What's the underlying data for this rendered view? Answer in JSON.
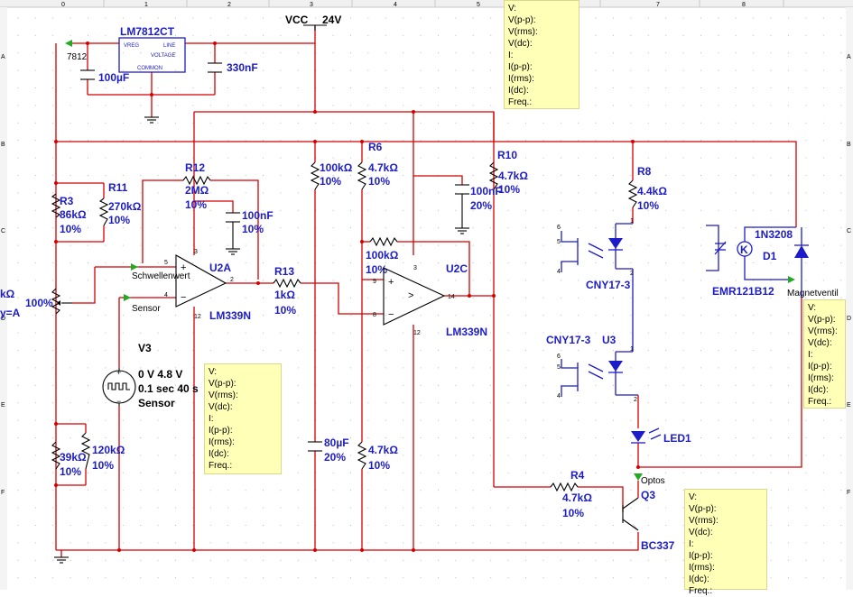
{
  "ruler": {
    "cols": [
      "0",
      "1",
      "2",
      "3",
      "4",
      "5",
      "6",
      "7",
      "8"
    ],
    "rows": [
      "A",
      "B",
      "C",
      "D",
      "E",
      "F"
    ]
  },
  "vcc": {
    "name": "VCC",
    "value": "24V"
  },
  "regulator": {
    "ref": "LM7812CT",
    "pin_vreg": "VREG",
    "pin_line": "LINE",
    "pin_voltage": "VOLTAGE",
    "pin_common": "COMMON",
    "net": "7812"
  },
  "caps": {
    "c1": {
      "value": "100µF"
    },
    "c2": {
      "value": "330nF"
    },
    "c3": {
      "value": "100nF",
      "tol": "10%"
    },
    "c4": {
      "value": "80µF",
      "tol": "20%"
    },
    "c5": {
      "value": "100nF",
      "tol": "20%"
    }
  },
  "resistors": {
    "r3": {
      "ref": "R3",
      "value": "86kΩ",
      "tol": "10%"
    },
    "r11": {
      "ref": "R11",
      "value": "270kΩ",
      "tol": "10%"
    },
    "r12": {
      "ref": "R12",
      "value": "2MΩ",
      "tol": "10%"
    },
    "r13": {
      "ref": "R13",
      "value": "1kΩ",
      "tol": "10%"
    },
    "r100k": {
      "value": "100kΩ",
      "tol": "10%"
    },
    "r6": {
      "ref": "R6",
      "value": "4.7kΩ",
      "tol": "10%"
    },
    "r100kb": {
      "value": "100kΩ",
      "tol": "10%"
    },
    "r10": {
      "ref": "R10",
      "value": "4.7kΩ",
      "tol": "10%"
    },
    "r8": {
      "ref": "R8",
      "value": "4.4kΩ",
      "tol": "10%"
    },
    "r39": {
      "value": "39kΩ",
      "tol": "10%"
    },
    "r120": {
      "value": "120kΩ",
      "tol": "10%"
    },
    "r47b": {
      "value": "4.7kΩ",
      "tol": "10%"
    },
    "r4": {
      "ref": "R4",
      "value": "4.7kΩ",
      "tol": "10%"
    }
  },
  "pot": {
    "value_partial": "kΩ",
    "percent": "100%",
    "key_partial": "y=A"
  },
  "opamps": {
    "u2a": {
      "ref": "U2A",
      "part": "LM339N",
      "pins": [
        "3",
        "5",
        "4",
        "2",
        "12"
      ]
    },
    "u2c": {
      "ref": "U2C",
      "part": "LM339N",
      "pins": [
        "3",
        "9",
        "8",
        "14",
        "12"
      ]
    }
  },
  "nets": {
    "schwellenwert": "Schwellenwert",
    "sensor": "Sensor",
    "optos": "Optos",
    "magnetventil": "Magnetventil"
  },
  "source": {
    "ref": "V3",
    "line1": "0 V 4.8 V",
    "line2": "0.1 sec 40 s",
    "line3": "Sensor"
  },
  "optos": {
    "u1": {
      "part": "CNY17-3"
    },
    "u3": {
      "ref": "U3",
      "part": "CNY17-3"
    }
  },
  "led": {
    "ref": "LED1"
  },
  "transistor": {
    "ref": "Q3",
    "part": "BC337"
  },
  "relay": {
    "part": "EMR121B12",
    "symbol": "K"
  },
  "diode": {
    "ref": "D1",
    "part": "1N3208"
  },
  "probe_fields": [
    "V:",
    "V(p-p):",
    "V(rms):",
    "V(dc):",
    "I:",
    "I(p-p):",
    "I(rms):",
    "I(dc):",
    "Freq.:"
  ],
  "colors": {
    "wire": "#d40000",
    "component": "#000000",
    "label": "#1c1cc8",
    "probe_bg": "#ffffb8",
    "marker": "#22aa22"
  }
}
